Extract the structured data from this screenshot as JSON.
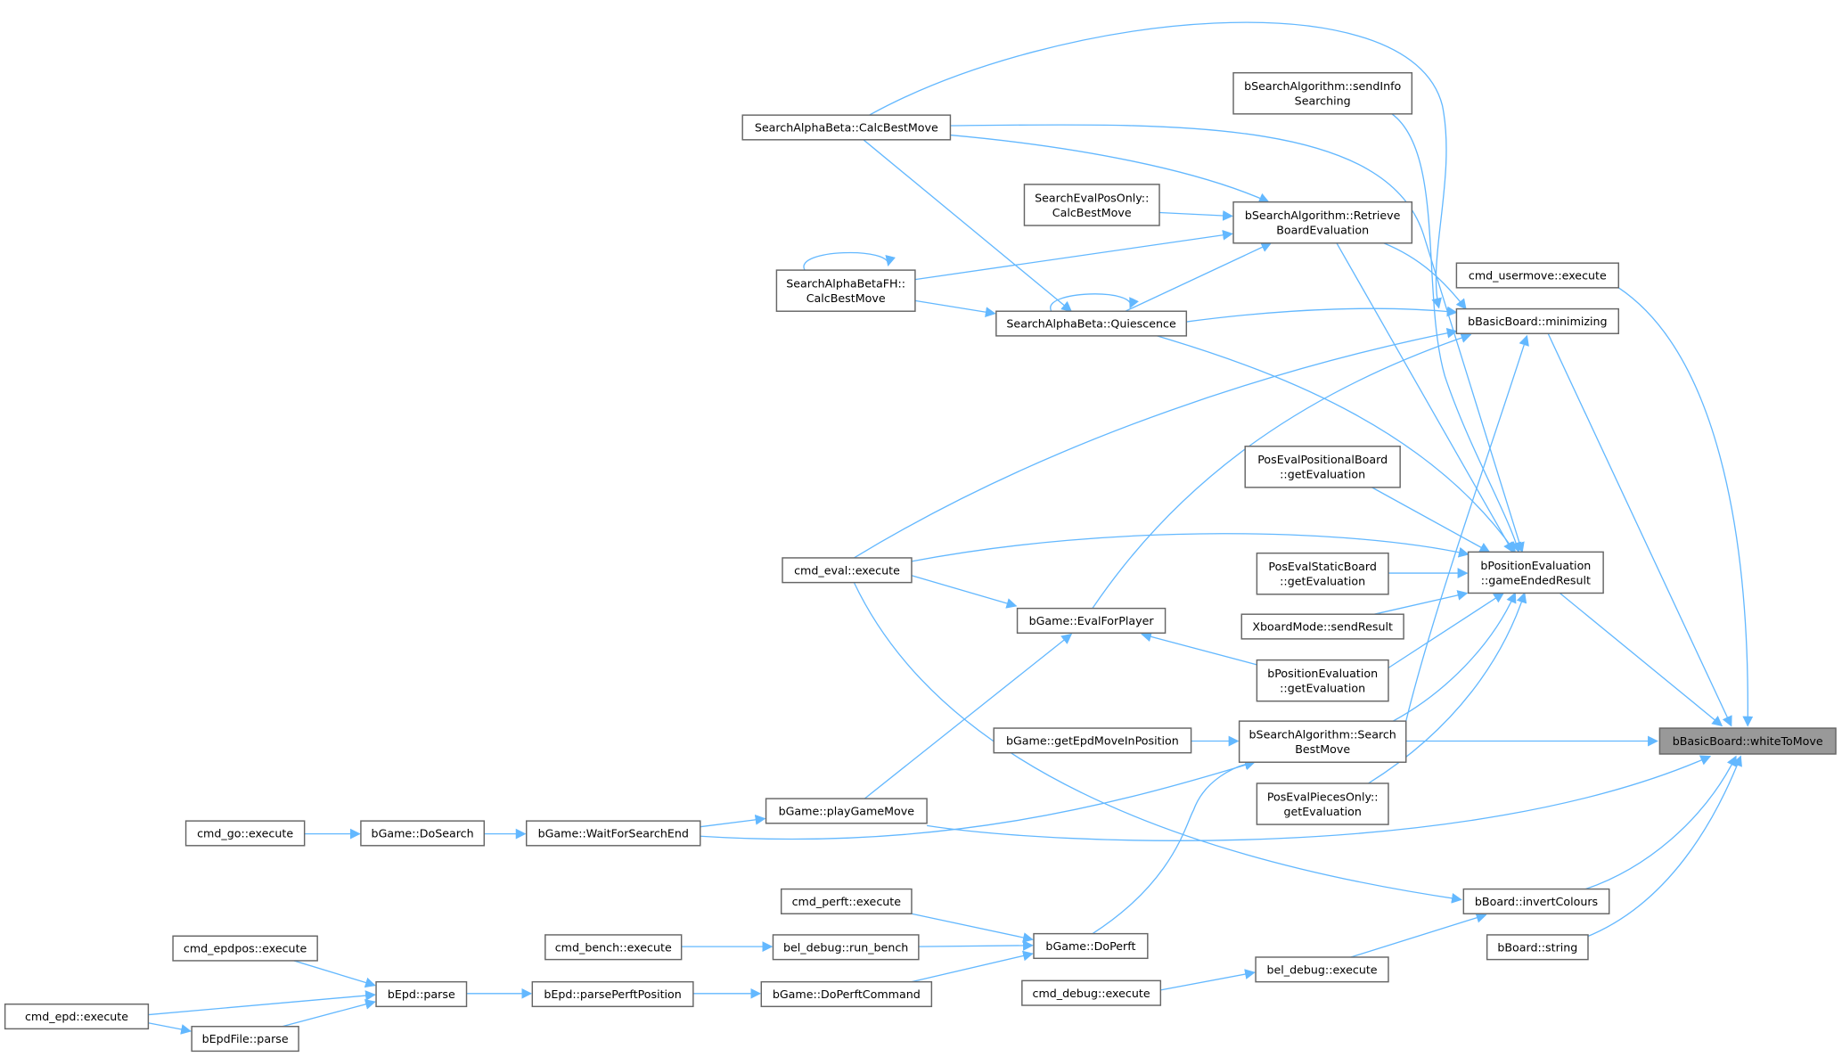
{
  "graph": {
    "type": "caller-graph",
    "root": "whiteToMove",
    "colors": {
      "edge": "#63b8ff",
      "node_border": "#666666",
      "root_fill": "#999999",
      "node_fill": "#ffffff"
    },
    "nodes": {
      "ab_calc": [
        "SearchAlphaBeta::CalcBestMove"
      ],
      "sendinfo": [
        "bSearchAlgorithm::sendInfo",
        "Searching"
      ],
      "evalpos_calc": [
        "SearchEvalPosOnly::",
        "CalcBestMove"
      ],
      "retrieve": [
        "bSearchAlgorithm::Retrieve",
        "BoardEvaluation"
      ],
      "abfh_calc": [
        "SearchAlphaBetaFH::",
        "CalcBestMove"
      ],
      "quiescence": [
        "SearchAlphaBeta::Quiescence"
      ],
      "usermove": [
        "cmd_usermove::execute"
      ],
      "minimizing": [
        "bBasicBoard::minimizing"
      ],
      "positional": [
        "PosEvalPositionalBoard",
        "::getEvaluation"
      ],
      "cmd_eval": [
        "cmd_eval::execute"
      ],
      "static": [
        "PosEvalStaticBoard",
        "::getEvaluation"
      ],
      "gameended": [
        "bPositionEvaluation",
        "::gameEndedResult"
      ],
      "xboard": [
        "XboardMode::sendResult"
      ],
      "evalforplayer": [
        "bGame::EvalForPlayer"
      ],
      "poseval_get": [
        "bPositionEvaluation",
        "::getEvaluation"
      ],
      "epdmove": [
        "bGame::getEpdMoveInPosition"
      ],
      "searchbest": [
        "bSearchAlgorithm::Search",
        "BestMove"
      ],
      "whiteToMove": [
        "bBasicBoard::whiteToMove"
      ],
      "piecesonly": [
        "PosEvalPiecesOnly::",
        "getEvaluation"
      ],
      "playgame": [
        "bGame::playGameMove"
      ],
      "cmd_go": [
        "cmd_go::execute"
      ],
      "dosearch": [
        "bGame::DoSearch"
      ],
      "waitsearch": [
        "bGame::WaitForSearchEnd"
      ],
      "cmd_perft": [
        "cmd_perft::execute"
      ],
      "invert": [
        "bBoard::invertColours"
      ],
      "cmd_epdpos": [
        "cmd_epdpos::execute"
      ],
      "cmd_bench": [
        "cmd_bench::execute"
      ],
      "run_bench": [
        "bel_debug::run_bench"
      ],
      "doperft": [
        "bGame::DoPerft"
      ],
      "bstring": [
        "bBoard::string"
      ],
      "bel_exec": [
        "bel_debug::execute"
      ],
      "cmd_debug": [
        "cmd_debug::execute"
      ],
      "epd_parse": [
        "bEpd::parse"
      ],
      "parseperft": [
        "bEpd::parsePerftPosition"
      ],
      "doperftcmd": [
        "bGame::DoPerftCommand"
      ],
      "cmd_epd": [
        "cmd_epd::execute"
      ],
      "epdfile": [
        "bEpdFile::parse"
      ]
    }
  }
}
